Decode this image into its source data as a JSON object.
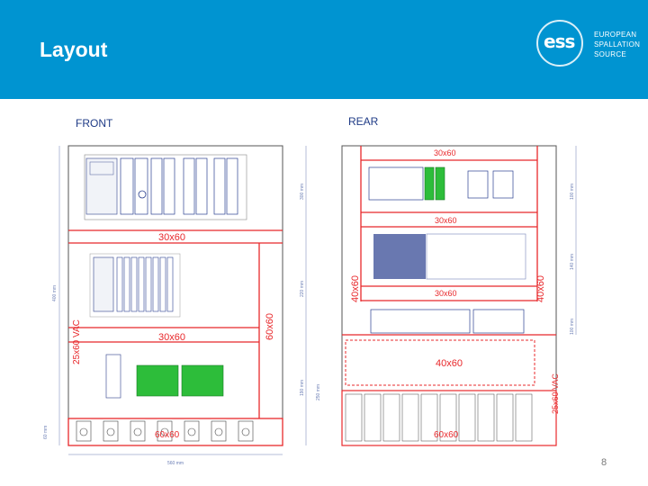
{
  "header": {
    "title": "Layout",
    "brand_color": "#0094d1"
  },
  "logo": {
    "mark": "ess",
    "line1": "EUROPEAN",
    "line2": "SPALLATION",
    "line3": "SOURCE"
  },
  "front": {
    "label": "FRONT",
    "zones": {
      "top": "30x60",
      "middle": "30x60",
      "bottom": "60x60",
      "side": "60x60",
      "vac": "25x60  VAC"
    },
    "dims": {
      "height": "400 mm",
      "width": "560 mm",
      "d1": "300 mm",
      "d2": "220 mm",
      "d3": "190 mm",
      "d4": "250 mm",
      "d5": "60 mm"
    }
  },
  "rear": {
    "label": "REAR",
    "zones": {
      "top": "30x60",
      "row2": "30x60",
      "row3": "30x60",
      "row4": "40x60",
      "bottom": "60x60",
      "left": "40x60",
      "right": "40x60",
      "vac": "25x60 VAC"
    },
    "dims": {
      "d1": "100 mm",
      "d2": "140 mm",
      "d3": "100 mm"
    }
  },
  "page_number": "8",
  "colors": {
    "zone_line": "#e8282b",
    "device_blue": "#2a3f8f",
    "terminal_green": "#2dbd3a"
  }
}
